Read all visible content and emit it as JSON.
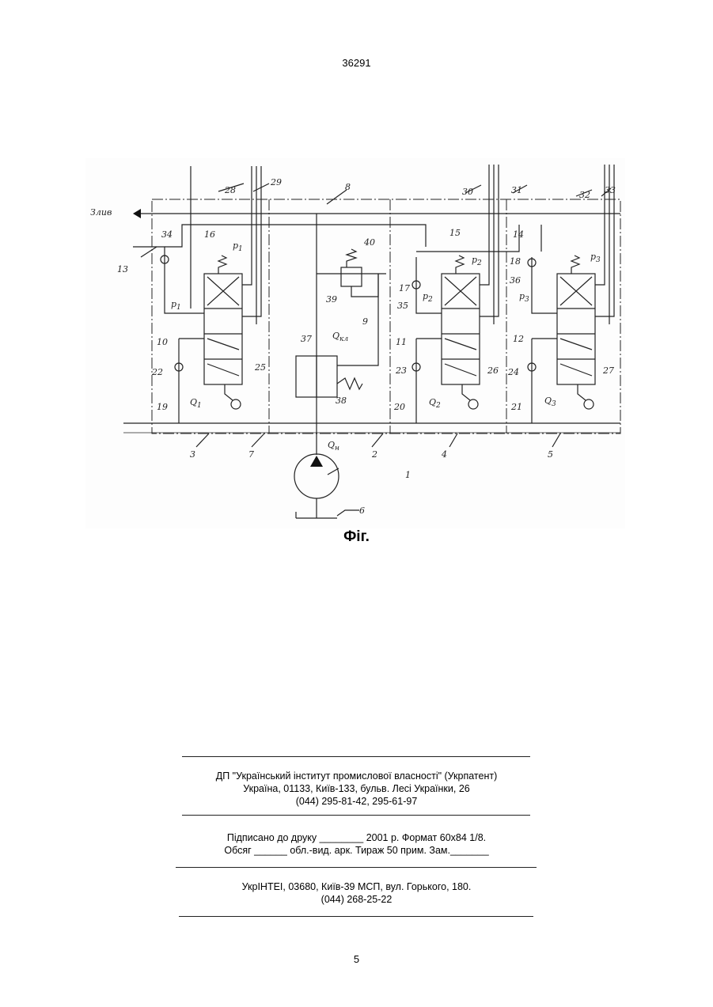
{
  "header": {
    "patent_number": "36291"
  },
  "figure": {
    "caption": "Фіг.",
    "drain_label": "Злив",
    "ref_numbers": [
      "1",
      "2",
      "3",
      "4",
      "5",
      "6",
      "7",
      "8",
      "9",
      "10",
      "11",
      "12",
      "13",
      "14",
      "15",
      "16",
      "17",
      "18",
      "19",
      "20",
      "21",
      "22",
      "23",
      "24",
      "25",
      "26",
      "27",
      "28",
      "29",
      "30",
      "31",
      "32",
      "33",
      "34",
      "35",
      "36",
      "37",
      "38",
      "39",
      "40"
    ],
    "flow_labels": {
      "q1": "Q",
      "q1_sub": "1",
      "q2": "Q",
      "q2_sub": "2",
      "q3": "Q",
      "q3_sub": "3",
      "qn": "Q",
      "qn_sub": "н",
      "qkl": "Q",
      "qkl_sub": "кл"
    },
    "pressure_labels": {
      "p1": "p",
      "p1_sub": "1",
      "p2": "p",
      "p2_sub": "2",
      "p3": "p",
      "p3_sub": "3"
    }
  },
  "imprint": {
    "publisher_line1": "ДП \"Український інститут промислової власності\" (Укрпатент)",
    "publisher_line2": "Україна, 01133, Київ-133, бульв. Лесі Українки, 26",
    "publisher_line3": "(044) 295-81-42, 295-61-97",
    "print_line1": "Підписано до друку ________ 2001 р.    Формат 60х84 1/8.",
    "print_line2": "Обсяг ______ обл.-вид. арк.   Тираж 50 прим.    Зам._______",
    "printer_line1": "УкрІНТЕІ, 03680, Київ-39 МСП, вул. Горького, 180.",
    "printer_line2": "(044) 268-25-22"
  },
  "footer": {
    "page_number": "5"
  }
}
